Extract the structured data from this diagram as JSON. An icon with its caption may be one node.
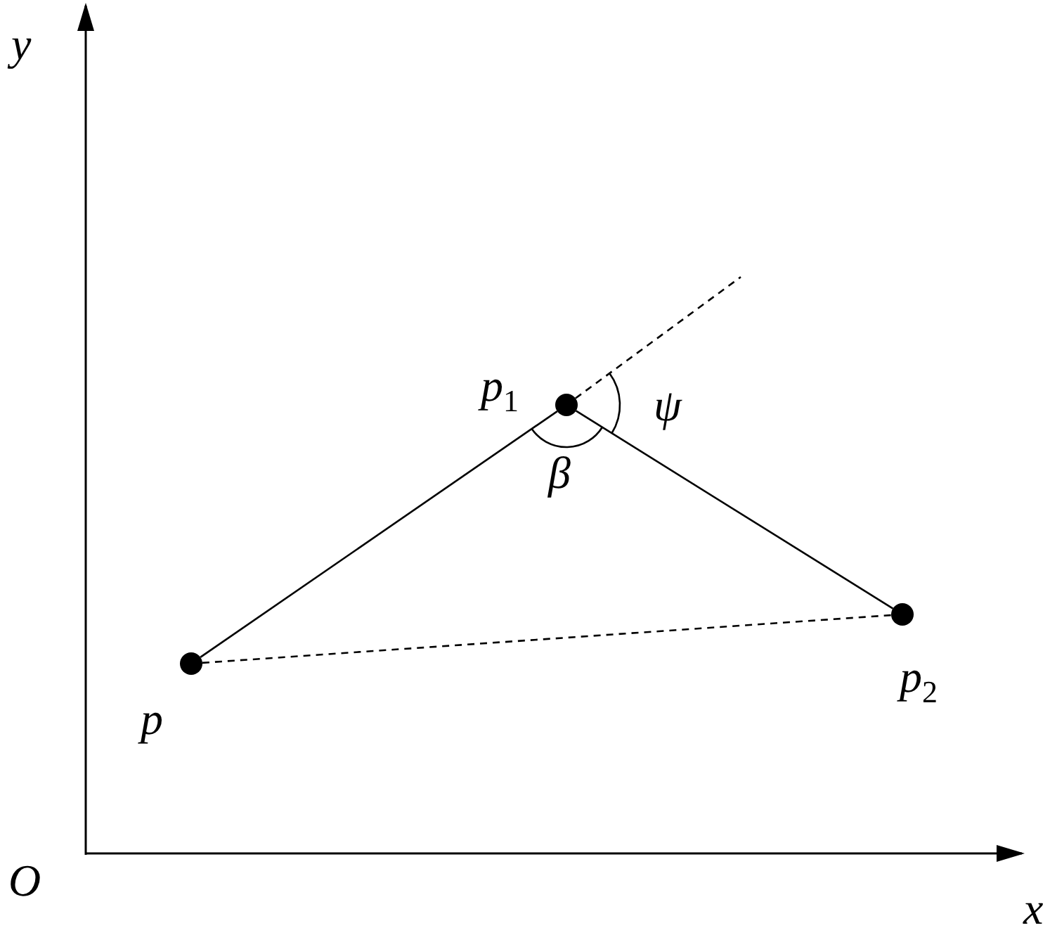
{
  "diagram": {
    "nodes": [
      {
        "text": [],
        "shape": "circle",
        "beside": [
          "p"
        ]
      },
      {
        "text": [],
        "shape": "circle",
        "beside": [
          "p$_{1}$"
        ]
      },
      {
        "text": [],
        "shape": "circle",
        "beside": [
          "p$_{2}$"
        ]
      }
    ],
    "edges": [
      {
        "from": 0,
        "to": 1,
        "arrow": "none"
      },
      {
        "from": 1,
        "to": 2,
        "arrow": "none"
      },
      {
        "from": 0,
        "to": 2,
        "arrow": "none",
        "style": "dashed"
      },
      {
        "from": 1,
        "to": null,
        "arrow": "none",
        "style": "dashed"
      }
    ],
    "labels": [
      "y",
      "ψ",
      "β",
      "O",
      "x"
    ]
  }
}
